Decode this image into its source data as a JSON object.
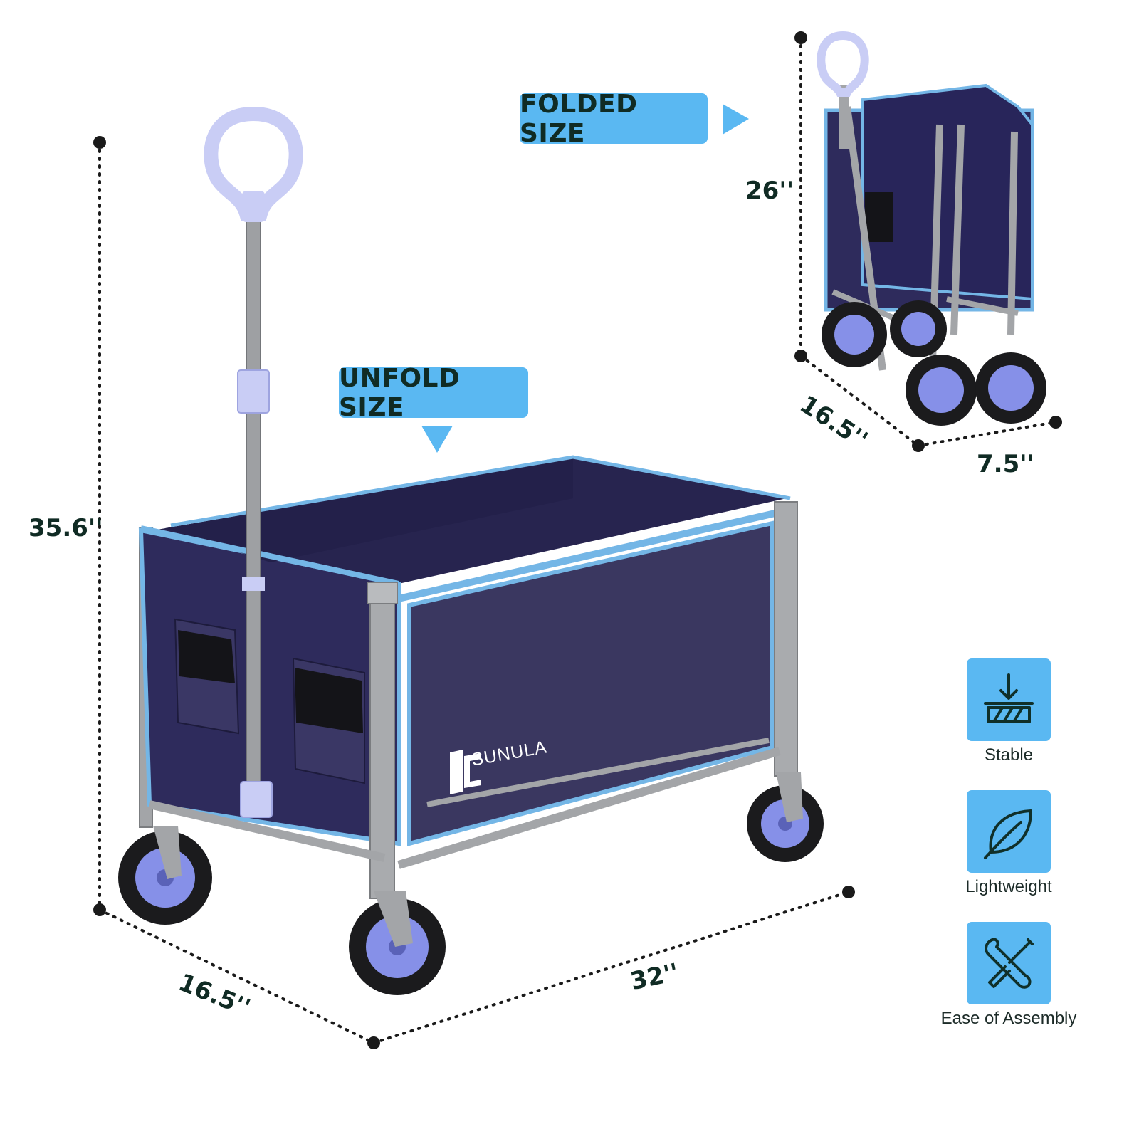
{
  "labels": {
    "folded_size": "FOLDED SIZE",
    "unfold_size": "UNFOLD SIZE"
  },
  "dimensions": {
    "unfolded_height": "35.6''",
    "unfolded_depth": "16.5''",
    "unfolded_length": "32''",
    "folded_height": "26''",
    "folded_depth": "16.5''",
    "folded_width": "7.5''"
  },
  "brand": {
    "name": "SUNULA"
  },
  "features": [
    {
      "label": "Stable",
      "icon": "stable-icon"
    },
    {
      "label": "Lightweight",
      "icon": "leaf-icon"
    },
    {
      "label": "Ease of Assembly",
      "icon": "tools-icon"
    }
  ],
  "colors": {
    "accent": "#5ab8f2",
    "fabric": "#2e2b5c",
    "trim": "#74b6e6",
    "frame": "#a3a5a8",
    "wheel": "#7f8ae8"
  }
}
